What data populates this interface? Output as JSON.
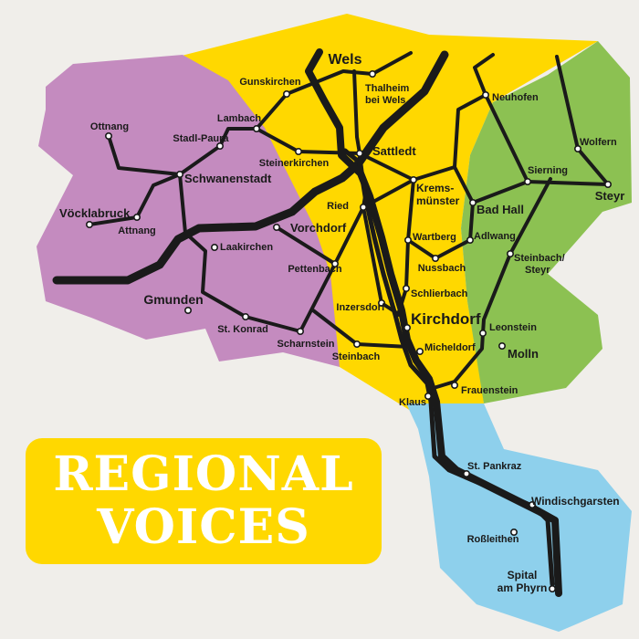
{
  "colors": {
    "background": "#F0EEEA",
    "region_west": "#C48BBF",
    "region_central": "#FFD800",
    "region_east": "#8CC152",
    "region_south": "#8ED0EC",
    "rail_lines": "#1a1a1a",
    "banner": "#FFD800",
    "banner_text": "#FFFFFF"
  },
  "banner": {
    "line1": "REGIONAL",
    "line2": "VOICES"
  },
  "stations": [
    {
      "name": "Wels"
    },
    {
      "name": "Thalheim"
    },
    {
      "name": "bei Wels"
    },
    {
      "name": "Gunskirchen"
    },
    {
      "name": "Lambach"
    },
    {
      "name": "Stadl-Paura"
    },
    {
      "name": "Ottnang"
    },
    {
      "name": "Schwanenstadt"
    },
    {
      "name": "Vöcklabruck"
    },
    {
      "name": "Attnang"
    },
    {
      "name": "Laakirchen"
    },
    {
      "name": "Vorchdorf"
    },
    {
      "name": "Steinerkirchen"
    },
    {
      "name": "Sattledt"
    },
    {
      "name": "Ried"
    },
    {
      "name": "Pettenbach"
    },
    {
      "name": "Gmunden"
    },
    {
      "name": "St. Konrad"
    },
    {
      "name": "Scharnstein"
    },
    {
      "name": "Inzersdorf"
    },
    {
      "name": "Steinbach"
    },
    {
      "name": "Krems-"
    },
    {
      "name": "münster"
    },
    {
      "name": "Neuhofen"
    },
    {
      "name": "Wolfern"
    },
    {
      "name": "Sierning"
    },
    {
      "name": "Steyr"
    },
    {
      "name": "Bad Hall"
    },
    {
      "name": "Adlwang"
    },
    {
      "name": "Wartberg"
    },
    {
      "name": "Nussbach"
    },
    {
      "name": "Steinbach/"
    },
    {
      "name": "Steyr"
    },
    {
      "name": "Schlierbach"
    },
    {
      "name": "Kirchdorf"
    },
    {
      "name": "Micheldorf"
    },
    {
      "name": "Leonstein"
    },
    {
      "name": "Molln"
    },
    {
      "name": "Frauenstein"
    },
    {
      "name": "Klaus"
    },
    {
      "name": "St. Pankraz"
    },
    {
      "name": "Windischgarsten"
    },
    {
      "name": "Roßleithen"
    },
    {
      "name": "Spital"
    },
    {
      "name": "am Phyrn"
    }
  ]
}
